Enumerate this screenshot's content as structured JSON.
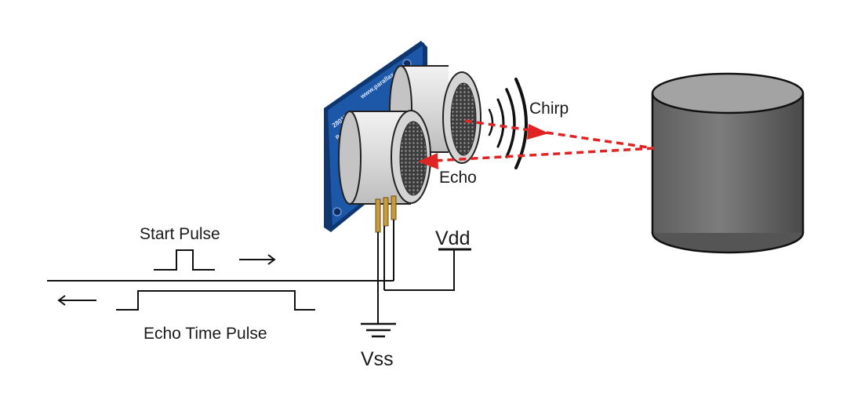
{
  "labels": {
    "chirp": "Chirp",
    "echo": "Echo",
    "start_pulse": "Start Pulse",
    "echo_time_pulse": "Echo Time Pulse",
    "vdd": "Vdd",
    "vss": "Vss"
  },
  "board": {
    "url": "www.parallax.com",
    "part": "28015",
    "rev": "Rev A"
  },
  "colors": {
    "pcb": "#1c57a8",
    "pcb_edge": "#0e3670",
    "transducer_body": "#e6e6e6",
    "mesh": "#4a4a4a",
    "pin": "#c89b3c",
    "wire": "#111111",
    "beam": "#e02424",
    "obstacle_top": "#9a9a9a",
    "obstacle_body": "#6e6e6e"
  }
}
